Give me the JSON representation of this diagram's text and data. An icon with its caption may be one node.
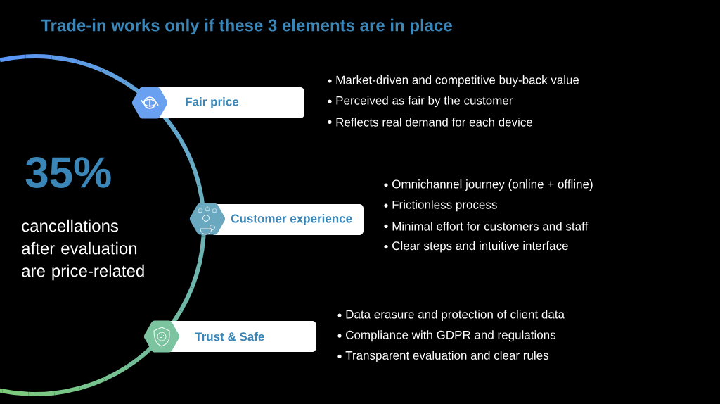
{
  "diagram": {
    "title": "Trade-in works only if these 3 elements are in place",
    "nodes": [
      {
        "text": [
          "Fair price"
        ],
        "beside": [
          "Market-driven and competitive buy-back value",
          "Perceived as fair by the customer",
          "Reflects real demand for each device"
        ]
      },
      {
        "text": [
          "Customer experience"
        ],
        "beside": [
          "Omnichannel journey (online + offline)",
          "Frictionless process",
          "Minimal effort for customers and staff",
          "Clear steps and intuitive interface"
        ]
      },
      {
        "text": [
          "Trust & Safe"
        ],
        "beside": [
          "Data erasure and protection of client data",
          "Compliance with GDPR and regulations",
          "Transparent evaluation and clear rules"
        ]
      }
    ],
    "labels": [
      "35%",
      "cancellations after evaluation are price-related"
    ]
  }
}
